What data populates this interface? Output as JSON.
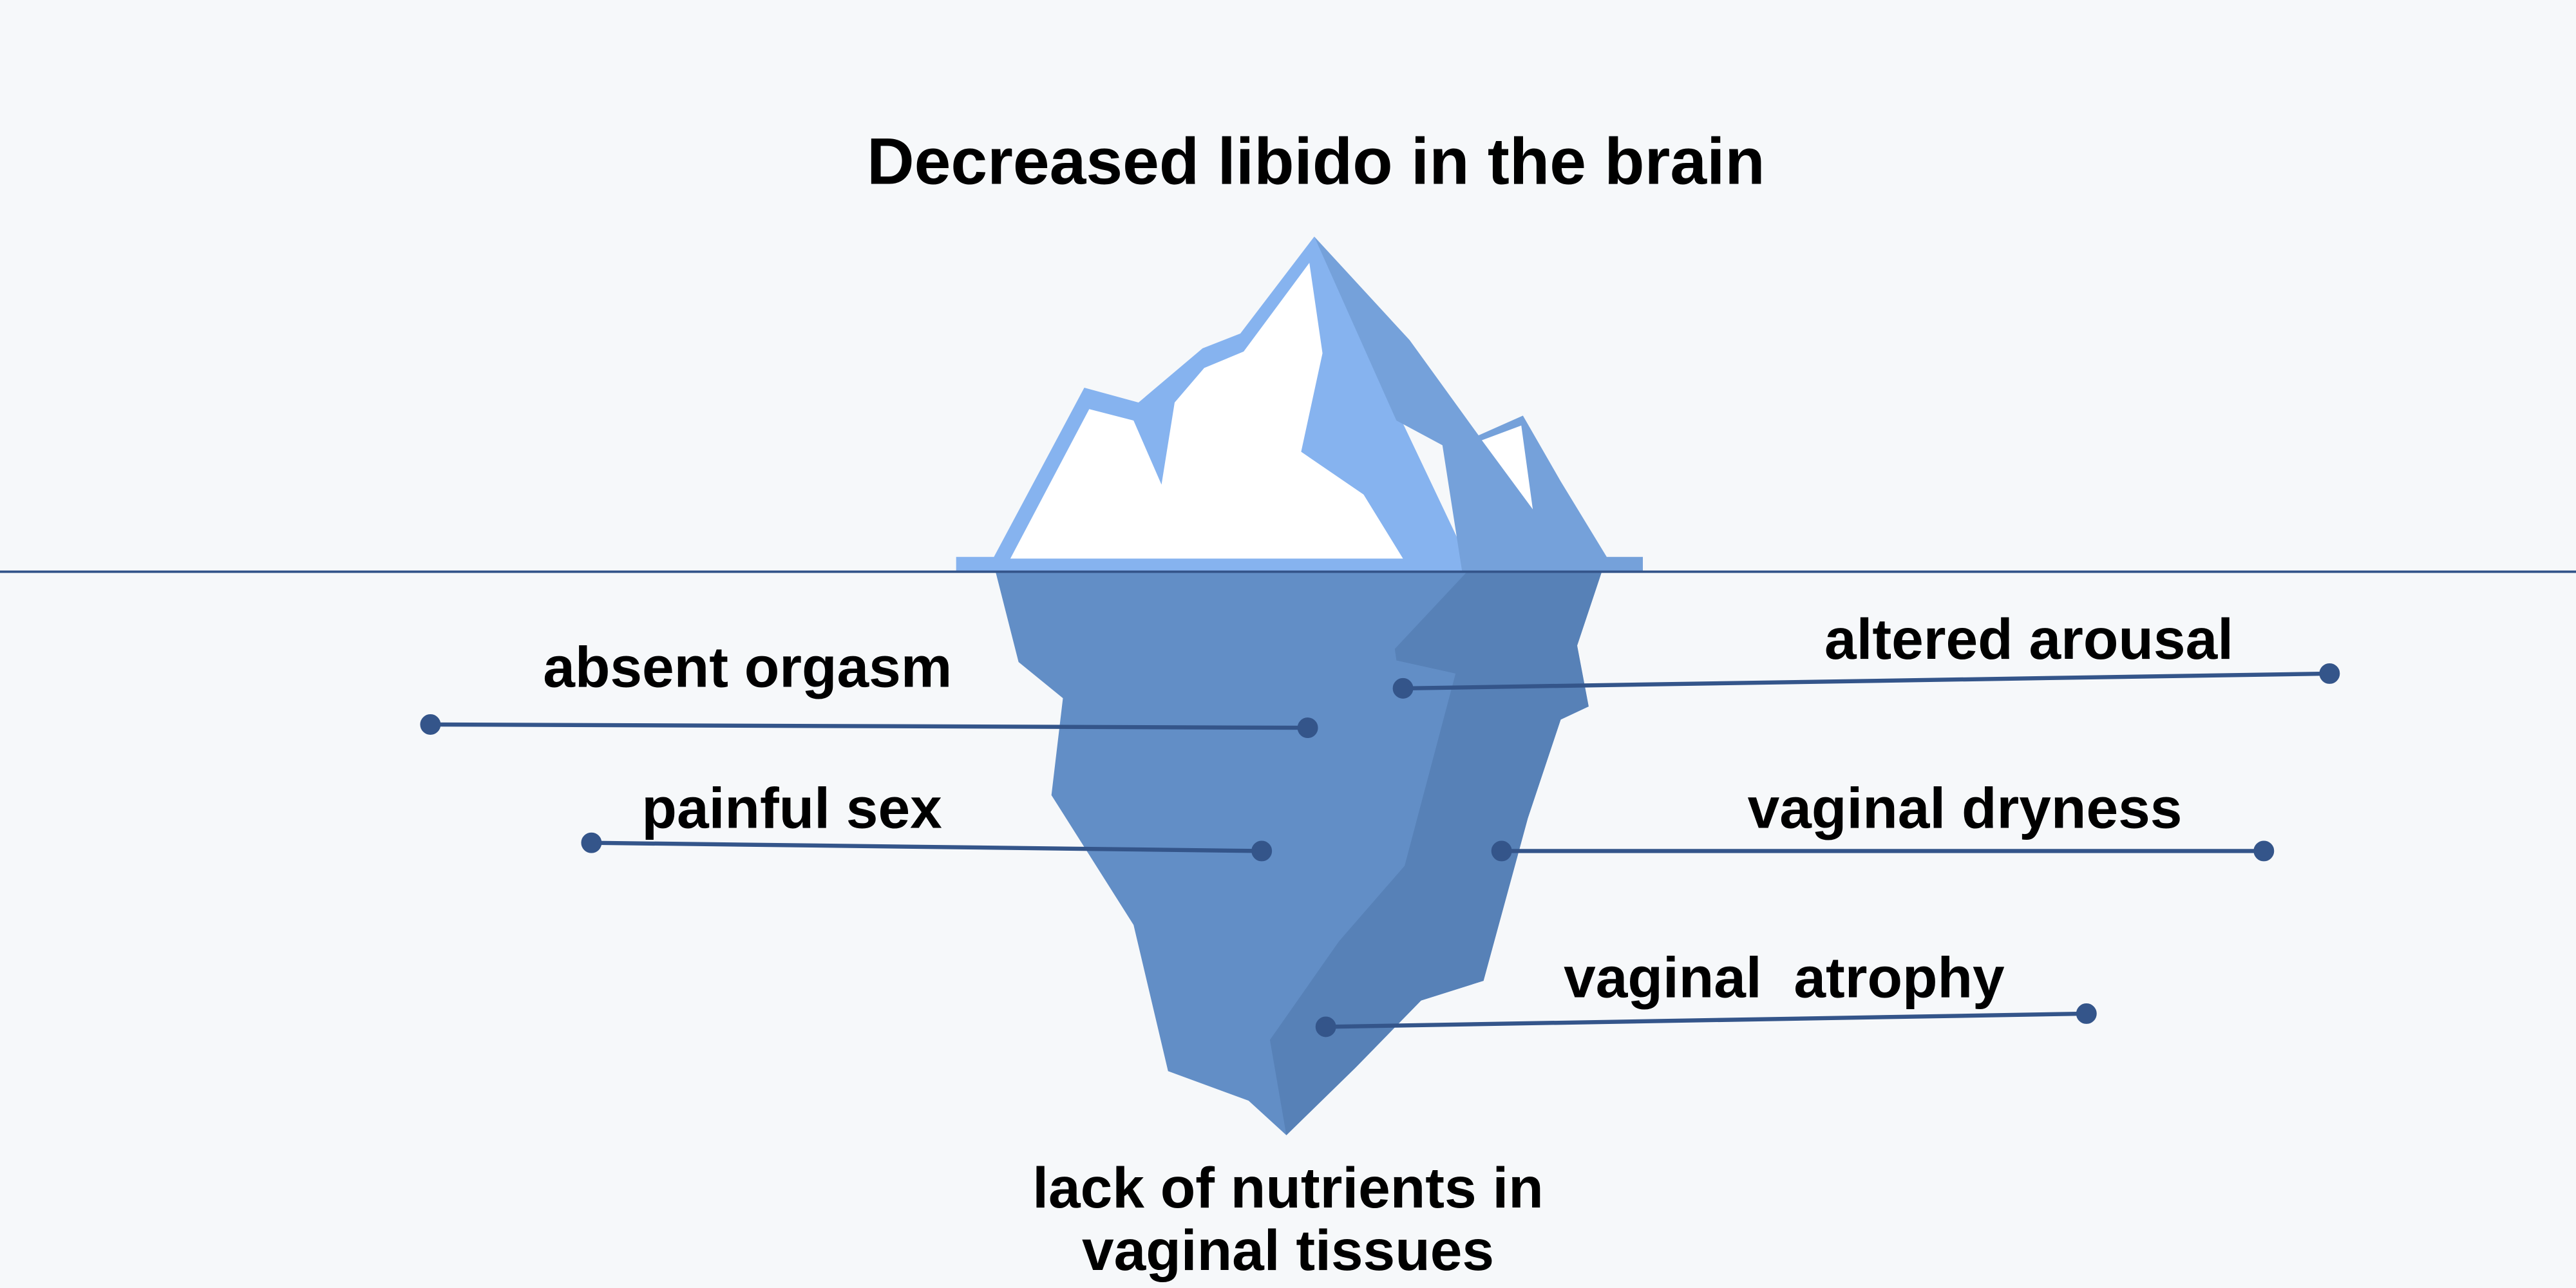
{
  "title": "Decreased libido in the brain",
  "labels": {
    "absent_orgasm": "absent orgasm",
    "painful_sex": "painful sex",
    "altered_arousal": "altered arousal",
    "vaginal_dryness": "vaginal dryness",
    "vaginal_atrophy": "vaginal  atrophy",
    "bottom_line1": "lack of nutrients in",
    "bottom_line2": "vaginal tissues"
  },
  "colors": {
    "background": "#f6f8fa",
    "ice_light": "#86b3ef",
    "ice_shade": "#75a1da",
    "underwater": "#628ec6",
    "underwater_shade": "#5781b7",
    "pointer": "#34558a"
  }
}
